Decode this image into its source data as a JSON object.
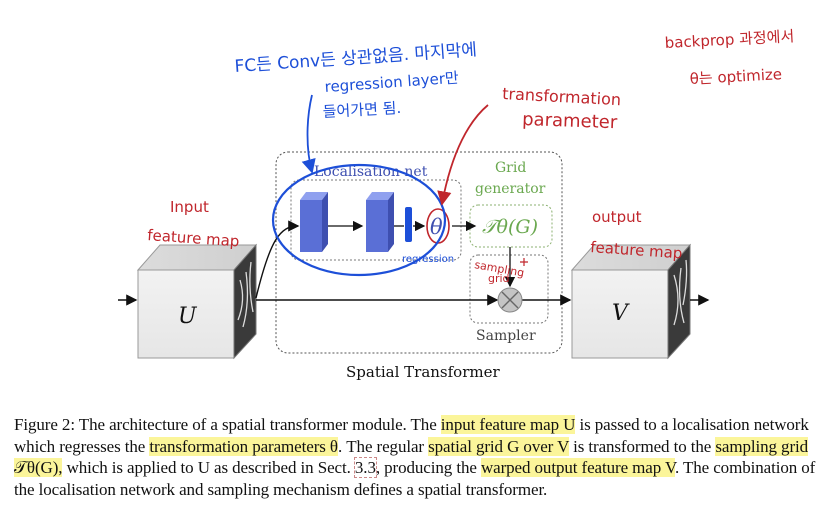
{
  "figure": {
    "title": "Spatial Transformer",
    "localisation_net_label": "Localisation net",
    "grid_generator_label_line1": "Grid",
    "grid_generator_label_line2": "generator",
    "sampler_label": "Sampler",
    "input_symbol": "U",
    "output_symbol": "V",
    "theta_symbol": "θ",
    "grid_transform_symbol": "𝒯θ(G)",
    "colors": {
      "localisation_blue": "#5a6fd6",
      "grid_green": "#6aa84f",
      "sampler_gray": "#b0b0b0",
      "ink_blue": "#1d4fd8",
      "ink_red": "#c0262c"
    }
  },
  "annotations": {
    "blue_note_line1": "FC든 Conv든 상관없음. 마지막에",
    "blue_note_line2": "regression layer만",
    "blue_note_line3": "들어가면 됨.",
    "red_transformation_line1": "transformation",
    "red_transformation_line2": "parameter",
    "backprop_line1": "backprop 과정에서",
    "backprop_line2": "θ는 optimize",
    "input_line1": "Input",
    "input_line2": "feature map",
    "output_line1": "output",
    "output_line2": "feature map",
    "regression": "regression",
    "sampling_grid_line1": "sampling",
    "sampling_grid_line2": "grid"
  },
  "caption": {
    "p1": "Figure 2: The architecture of a spatial transformer module. The ",
    "h1": "input feature map U",
    "p2": " is passed to a localisation network which regresses the ",
    "h2": "transformation parameters θ",
    "p3": ". The regular ",
    "h3": "spatial grid G over V",
    "p4": " is transformed to the ",
    "h4": "sampling grid 𝒯θ(G),",
    "p5": " which is applied to U as described in Sect. ",
    "ref": "3.3",
    "p6": ", producing the ",
    "h5": "warped output feature map V",
    "p7": ". The combination of the localisation network and sampling mechanism defines a spatial transformer."
  }
}
